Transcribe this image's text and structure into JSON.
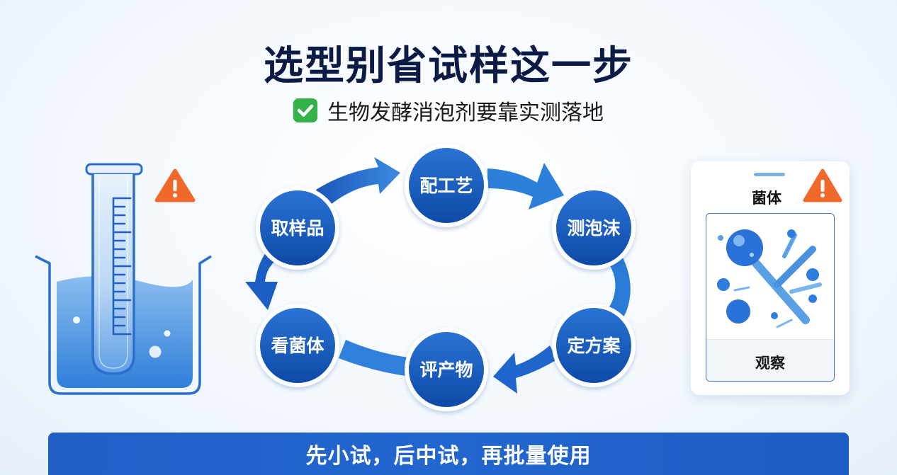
{
  "title": "选型别省试样这一步",
  "subtitle": "生物发酵消泡剂要靠实测落地",
  "icons": {
    "subtitle_icon": "check-icon",
    "left_warning": "warning-icon",
    "right_warning": "warning-icon",
    "test_tube": "test-tube-icon",
    "beaker": "beaker-icon",
    "microbes": "microbe-icon"
  },
  "colors": {
    "title": "#0b1b45",
    "node": "#1155b8",
    "arrow": "#1a5fc4",
    "warning": "#f0682a",
    "check": "#33b24a",
    "banner": "#1f5fc6"
  },
  "cycle": {
    "steps": [
      "配工艺",
      "测泡沫",
      "定方案",
      "评产物",
      "看菌体",
      "取样品"
    ]
  },
  "card": {
    "title": "菌体",
    "caption": "观察"
  },
  "banner": {
    "text": "先小试，后中试，再批量使用"
  }
}
